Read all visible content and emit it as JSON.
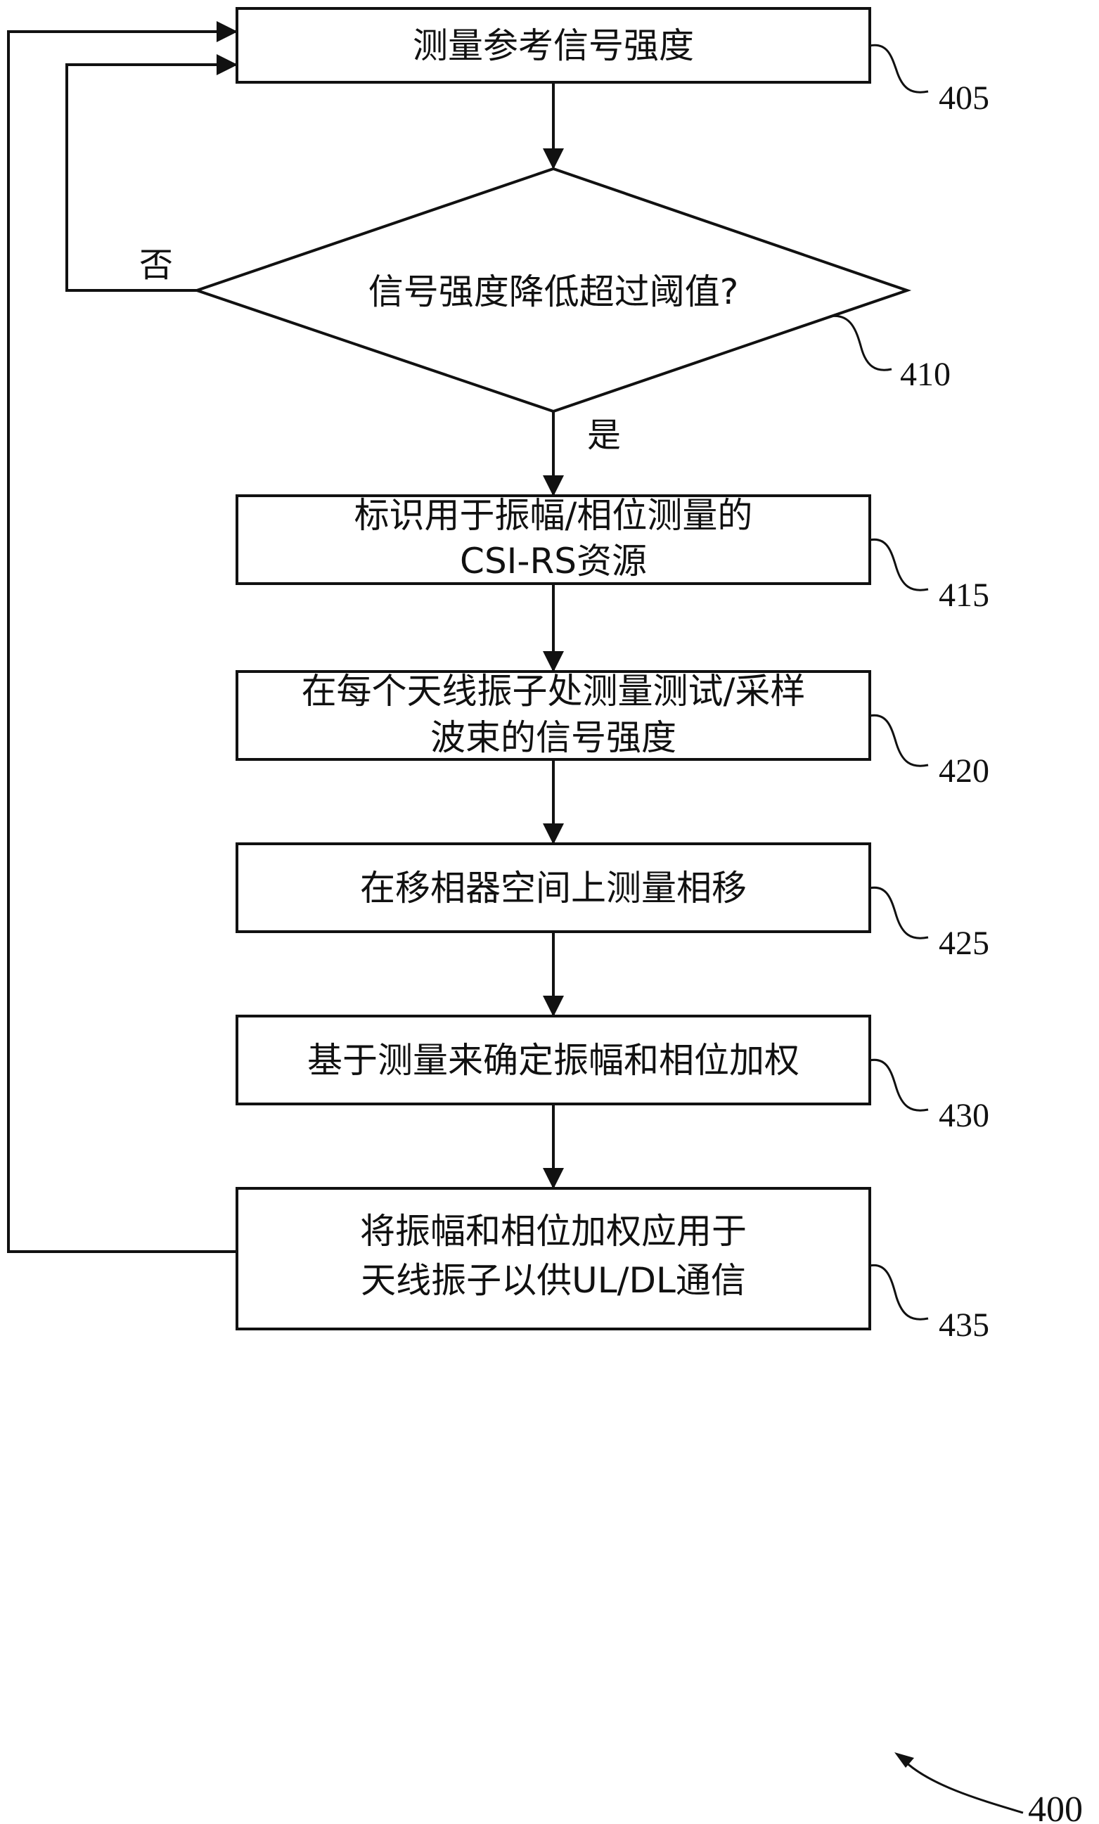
{
  "figure_number": "400",
  "steps": [
    {
      "id": "405",
      "lines": [
        "测量参考信号强度"
      ]
    },
    {
      "id": "410",
      "lines": [
        "信号强度降低超过阈值?"
      ]
    },
    {
      "id": "415",
      "lines": [
        "标识用于振幅/相位测量的",
        "CSI-RS资源"
      ]
    },
    {
      "id": "420",
      "lines": [
        "在每个天线振子处测量测试/采样",
        "波束的信号强度"
      ]
    },
    {
      "id": "425",
      "lines": [
        "在移相器空间上测量相移"
      ]
    },
    {
      "id": "430",
      "lines": [
        "基于测量来确定振幅和相位加权"
      ]
    },
    {
      "id": "435",
      "lines": [
        "将振幅和相位加权应用于",
        "天线振子以供UL/DL通信"
      ]
    }
  ],
  "branches": {
    "no": "否",
    "yes": "是"
  }
}
